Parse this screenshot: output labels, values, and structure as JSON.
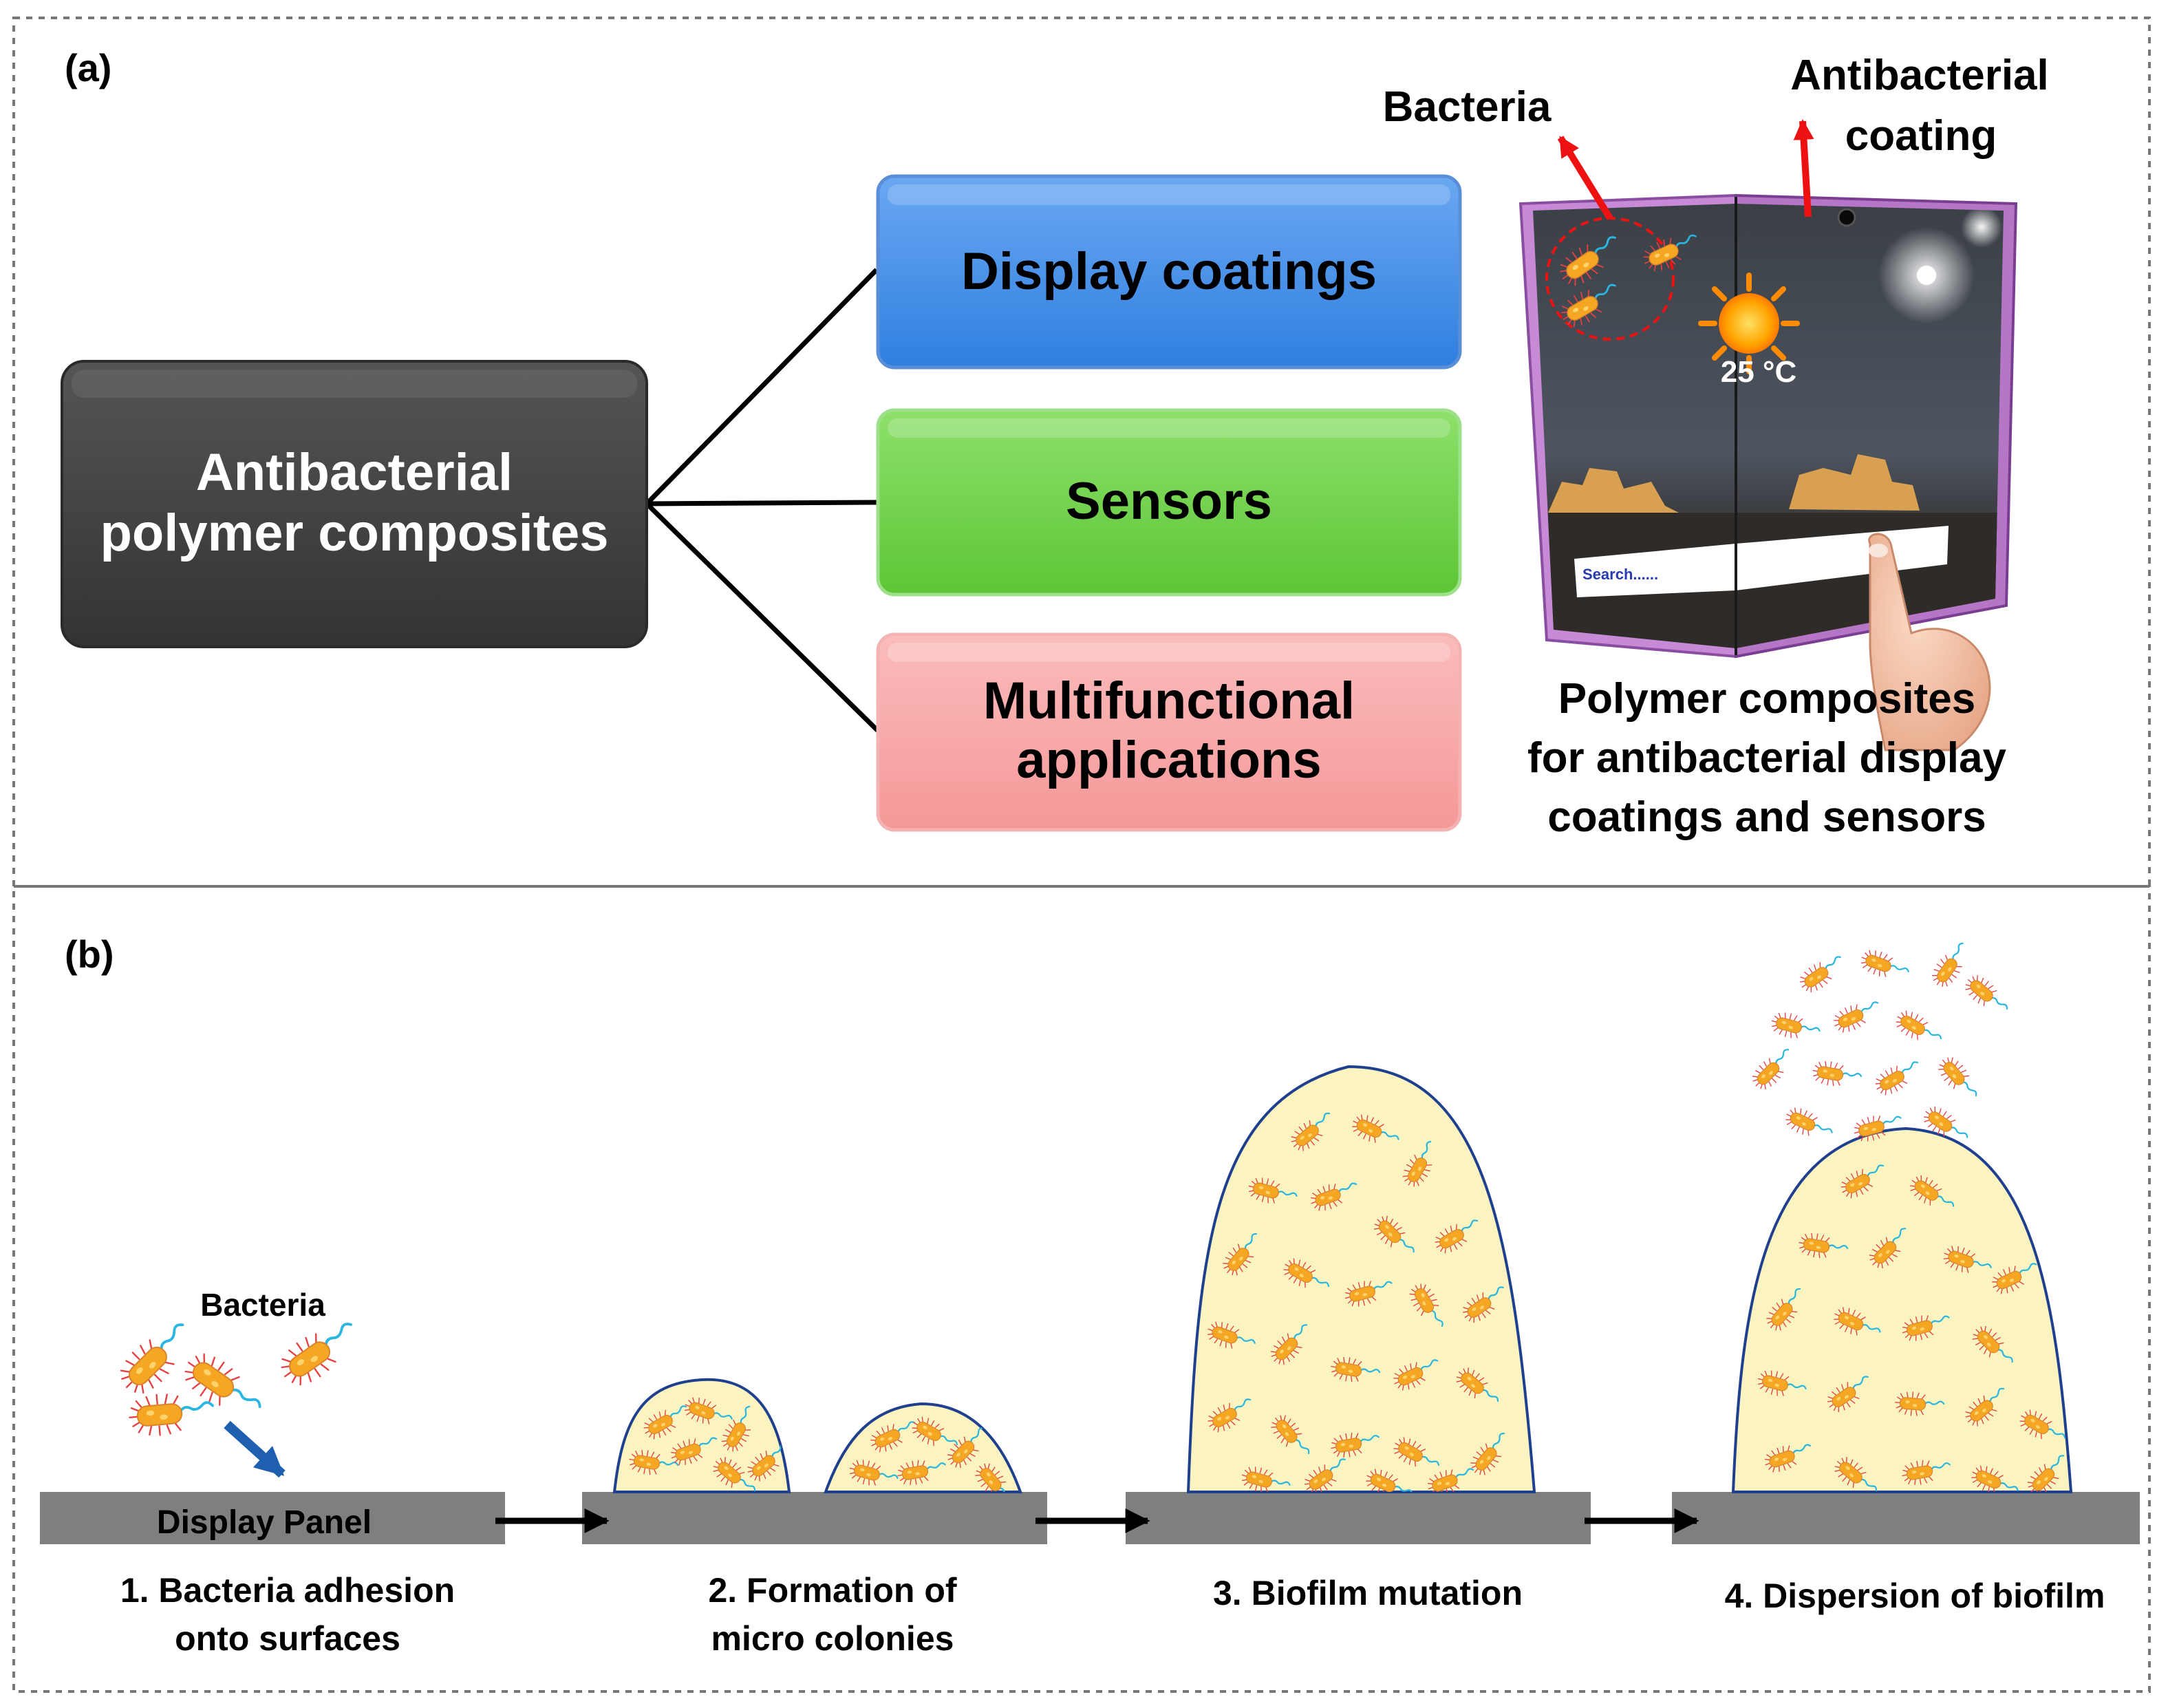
{
  "panel_a": {
    "label": "(a)",
    "root": {
      "line1": "Antibacterial",
      "line2": "polymer composites"
    },
    "branches": [
      {
        "line1": "Display coatings",
        "line2": "",
        "color": "#3f8ee9"
      },
      {
        "line1": "Sensors",
        "line2": "",
        "color": "#6ecf45"
      },
      {
        "line1": "Multifunctional",
        "line2": "applications",
        "color": "#f7a0a0"
      }
    ],
    "phone": {
      "bacteria_label": "Bacteria",
      "coating_label_line1": "Antibacterial",
      "coating_label_line2": "coating",
      "temperature": "25 °C",
      "search_text": "Search......",
      "caption_line1": "Polymer composites",
      "caption_line2": "for antibacterial display",
      "caption_line3": "coatings and sensors"
    }
  },
  "panel_b": {
    "label": "(b)",
    "bacteria_label": "Bacteria",
    "panel_label": "Display Panel",
    "stages": [
      {
        "line1": "1. Bacteria adhesion",
        "line2": "onto surfaces"
      },
      {
        "line1": "2. Formation of",
        "line2": "micro colonies"
      },
      {
        "line1": "3. Biofilm mutation",
        "line2": ""
      },
      {
        "line1": "4. Dispersion of biofilm",
        "line2": ""
      }
    ]
  },
  "colors": {
    "root_box": "#404040",
    "panel_bar": "#7f7f7f",
    "biofilm_fill": "#fbf4c0",
    "biofilm_stroke": "#1f3f8f",
    "bacterium_body": "#f5a623",
    "bacterium_spikes": "#e84040",
    "flagella": "#29b6e0",
    "callout_arrow": "#ee1111",
    "adhesion_arrow": "#1f5fb0"
  }
}
